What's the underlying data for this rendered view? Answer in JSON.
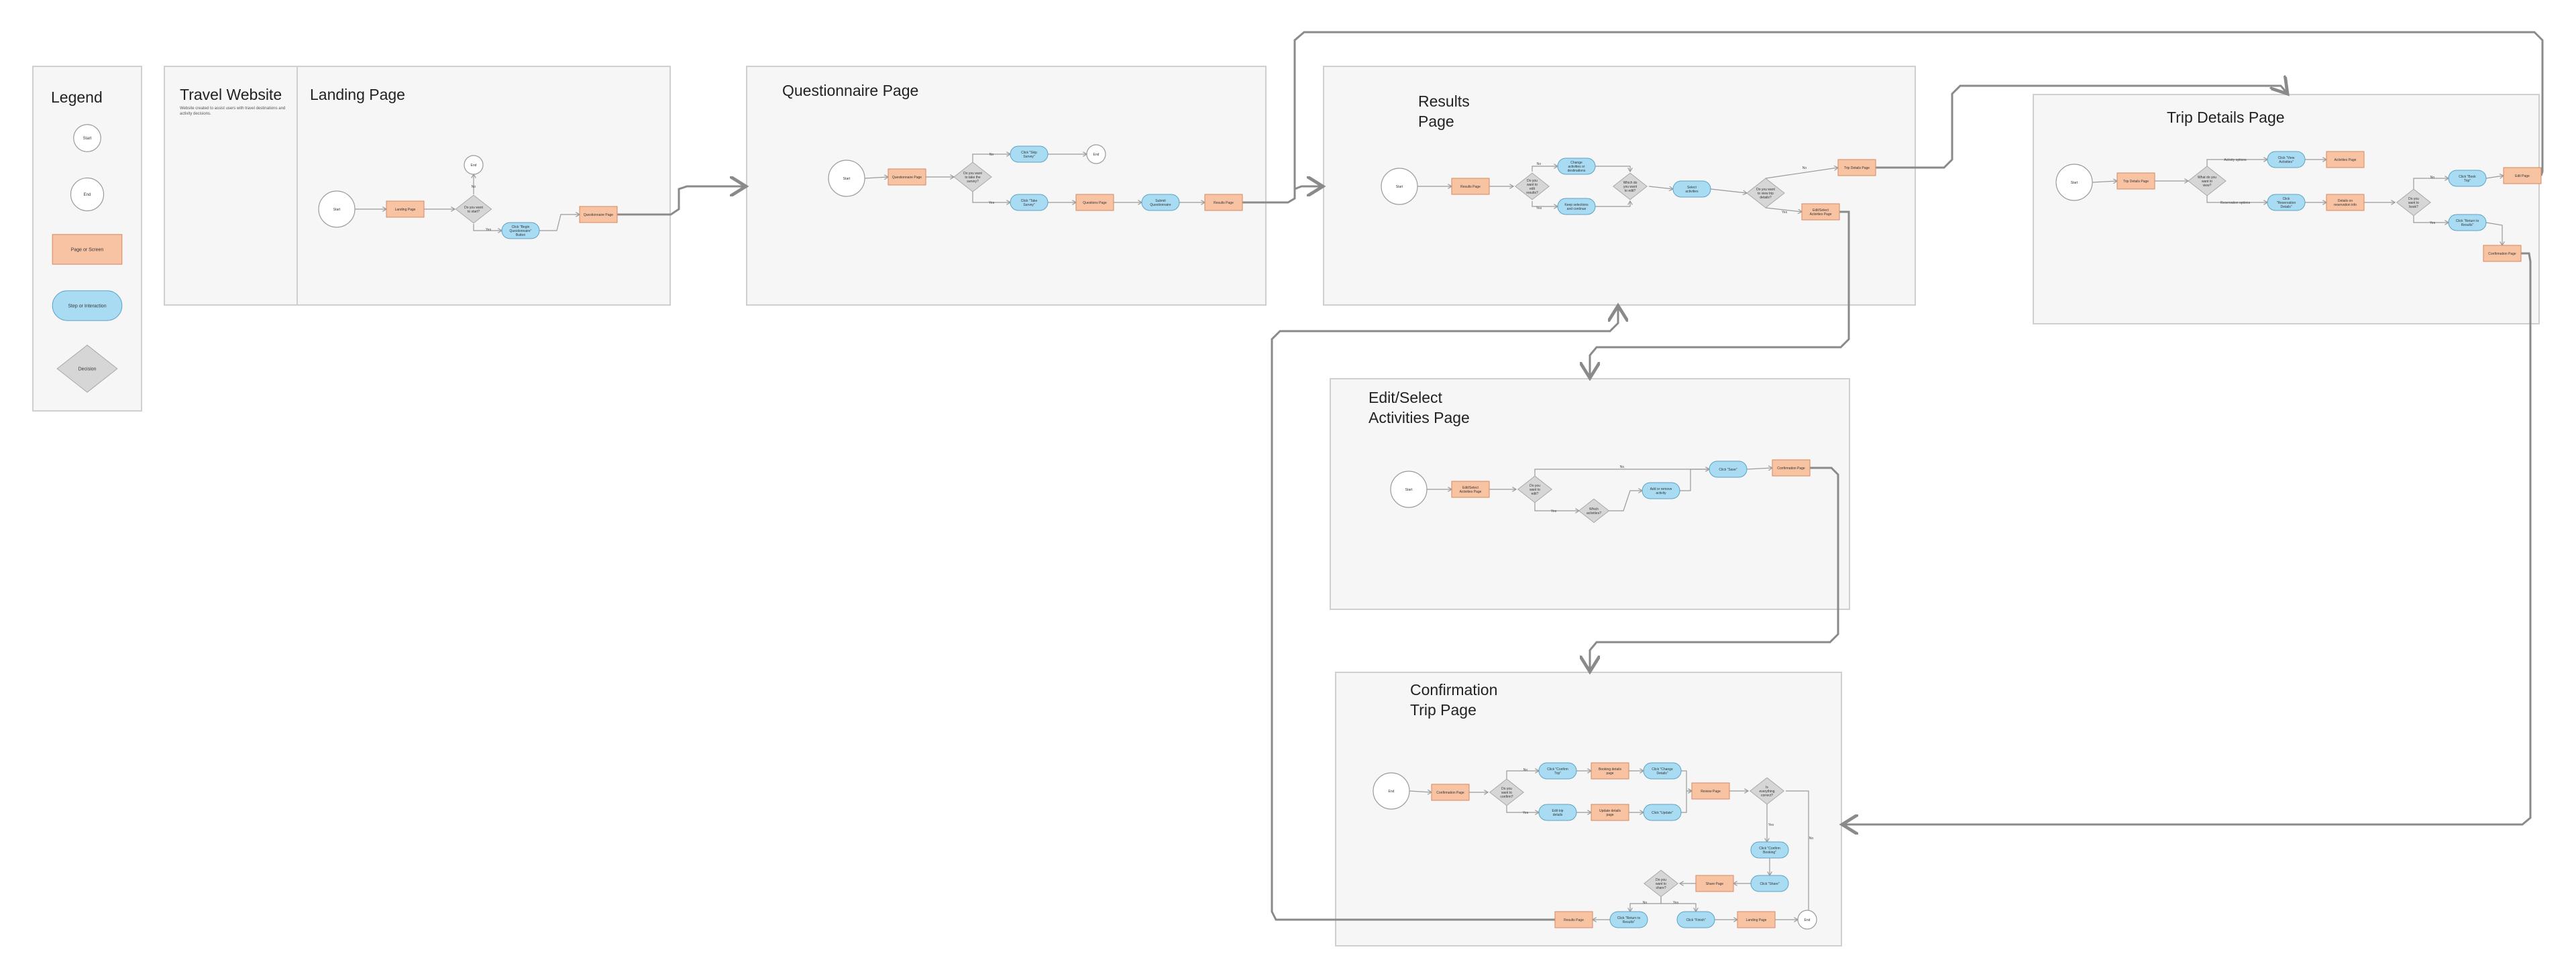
{
  "legend": {
    "title": "Legend",
    "items": [
      "Start",
      "End",
      "Page or Screen",
      "Step or Interaction",
      "Decision"
    ]
  },
  "travel": {
    "title": "Travel Website",
    "description": "Website created to assist users with travel destinations and activity decisions.",
    "landing_title": "Landing Page"
  },
  "questionnaire": {
    "title": "Questionnaire Page"
  },
  "results": {
    "title": "Results\nPage"
  },
  "trip_details": {
    "title": "Trip Details Page"
  },
  "edit": {
    "title": "Edit/Select\nActivities Page"
  },
  "confirmation": {
    "title": "Confirmation\nTrip Page"
  },
  "labels": {
    "yes": "Yes",
    "no": "No"
  },
  "nodes": {
    "lp_start": "Start",
    "lp_page": "Landing Page",
    "lp_dec": "Do you want to start?",
    "lp_end": "End",
    "lp_step": "Click \"Begin Questionnaire\" Button",
    "lp_qpage": "Questionnaire Page",
    "q_start": "Start",
    "q_page": "Questionnaire Page",
    "q_dec": "Do you want to take the survey?",
    "q_skip": "Click \"Skip Survey\"",
    "q_end": "End",
    "q_take": "Click \"Take Survey\"",
    "q_qpage": "Questions Page",
    "q_submit": "Submit Questionnaire",
    "q_results": "Results Page",
    "r_start": "Start",
    "r_page": "Results Page",
    "r_dec": "Do you want to edit results?",
    "r_change": "Change activities or destinations",
    "r_keep": "Keep selections and continue",
    "r_dec2": "Which do you want to edit?",
    "r_select": "Select activities",
    "r_dec3": "Do you want to view trip details?",
    "r_trip": "Trip Details Page",
    "r_edit": "Edit/Select Activities Page",
    "t_page": "Trip Details Page",
    "t_dec": "What do you want to view?",
    "t_act_label": "Activity options",
    "t_res_label": "Reservation options",
    "t_act_step": "Click \"View Activities\"",
    "t_act_page": "Activities Page",
    "t_res_step": "Click \"Reservation Details\"",
    "t_res_page": "Details on reservation info",
    "t_dec2": "Do you want to book?",
    "t_step": "Click \"Book Trip\"",
    "t_step2": "Click \"Return to Results\"",
    "t_edit": "Edit Page",
    "t_conf": "Confirmation Page",
    "e_page": "Edit/Select Activities Page",
    "e_dec": "Do you want to edit?",
    "e_dec2": "Which activities?",
    "e_step": "Add or remove activity",
    "e_step2": "Click \"Save\"",
    "e_conf": "Confirmation Page",
    "c_page": "Confirmation Page",
    "c_dec": "Do you want to confirm?",
    "c_s1": "Click \"Confirm Trip\"",
    "c_p1": "Booking details page",
    "c_s2": "Click \"Change Details\"",
    "c_s3": "Edit trip details",
    "c_p2": "Update details page",
    "c_s4": "Click \"Update\"",
    "c_review": "Review Page",
    "c_dec2": "Is everything correct?",
    "c_s5": "Click \"Confirm Booking\"",
    "c_s6": "Click \"Share\"",
    "c_dec3": "Do you want to share?",
    "c_share": "Share Page",
    "c_results": "Results Page",
    "c_s7": "Click \"Return to Results\"",
    "c_s8": "Click \"Finish\"",
    "c_land": "Landing Page",
    "c_end": "End"
  },
  "colors": {
    "page": "#f8c3a3",
    "page_border": "#d8875e",
    "step": "#a9dcf3",
    "step_border": "#5aa3c7",
    "decision": "#d6d6d6",
    "connector": "#9a9a9a",
    "panel": "#f6f6f6"
  }
}
